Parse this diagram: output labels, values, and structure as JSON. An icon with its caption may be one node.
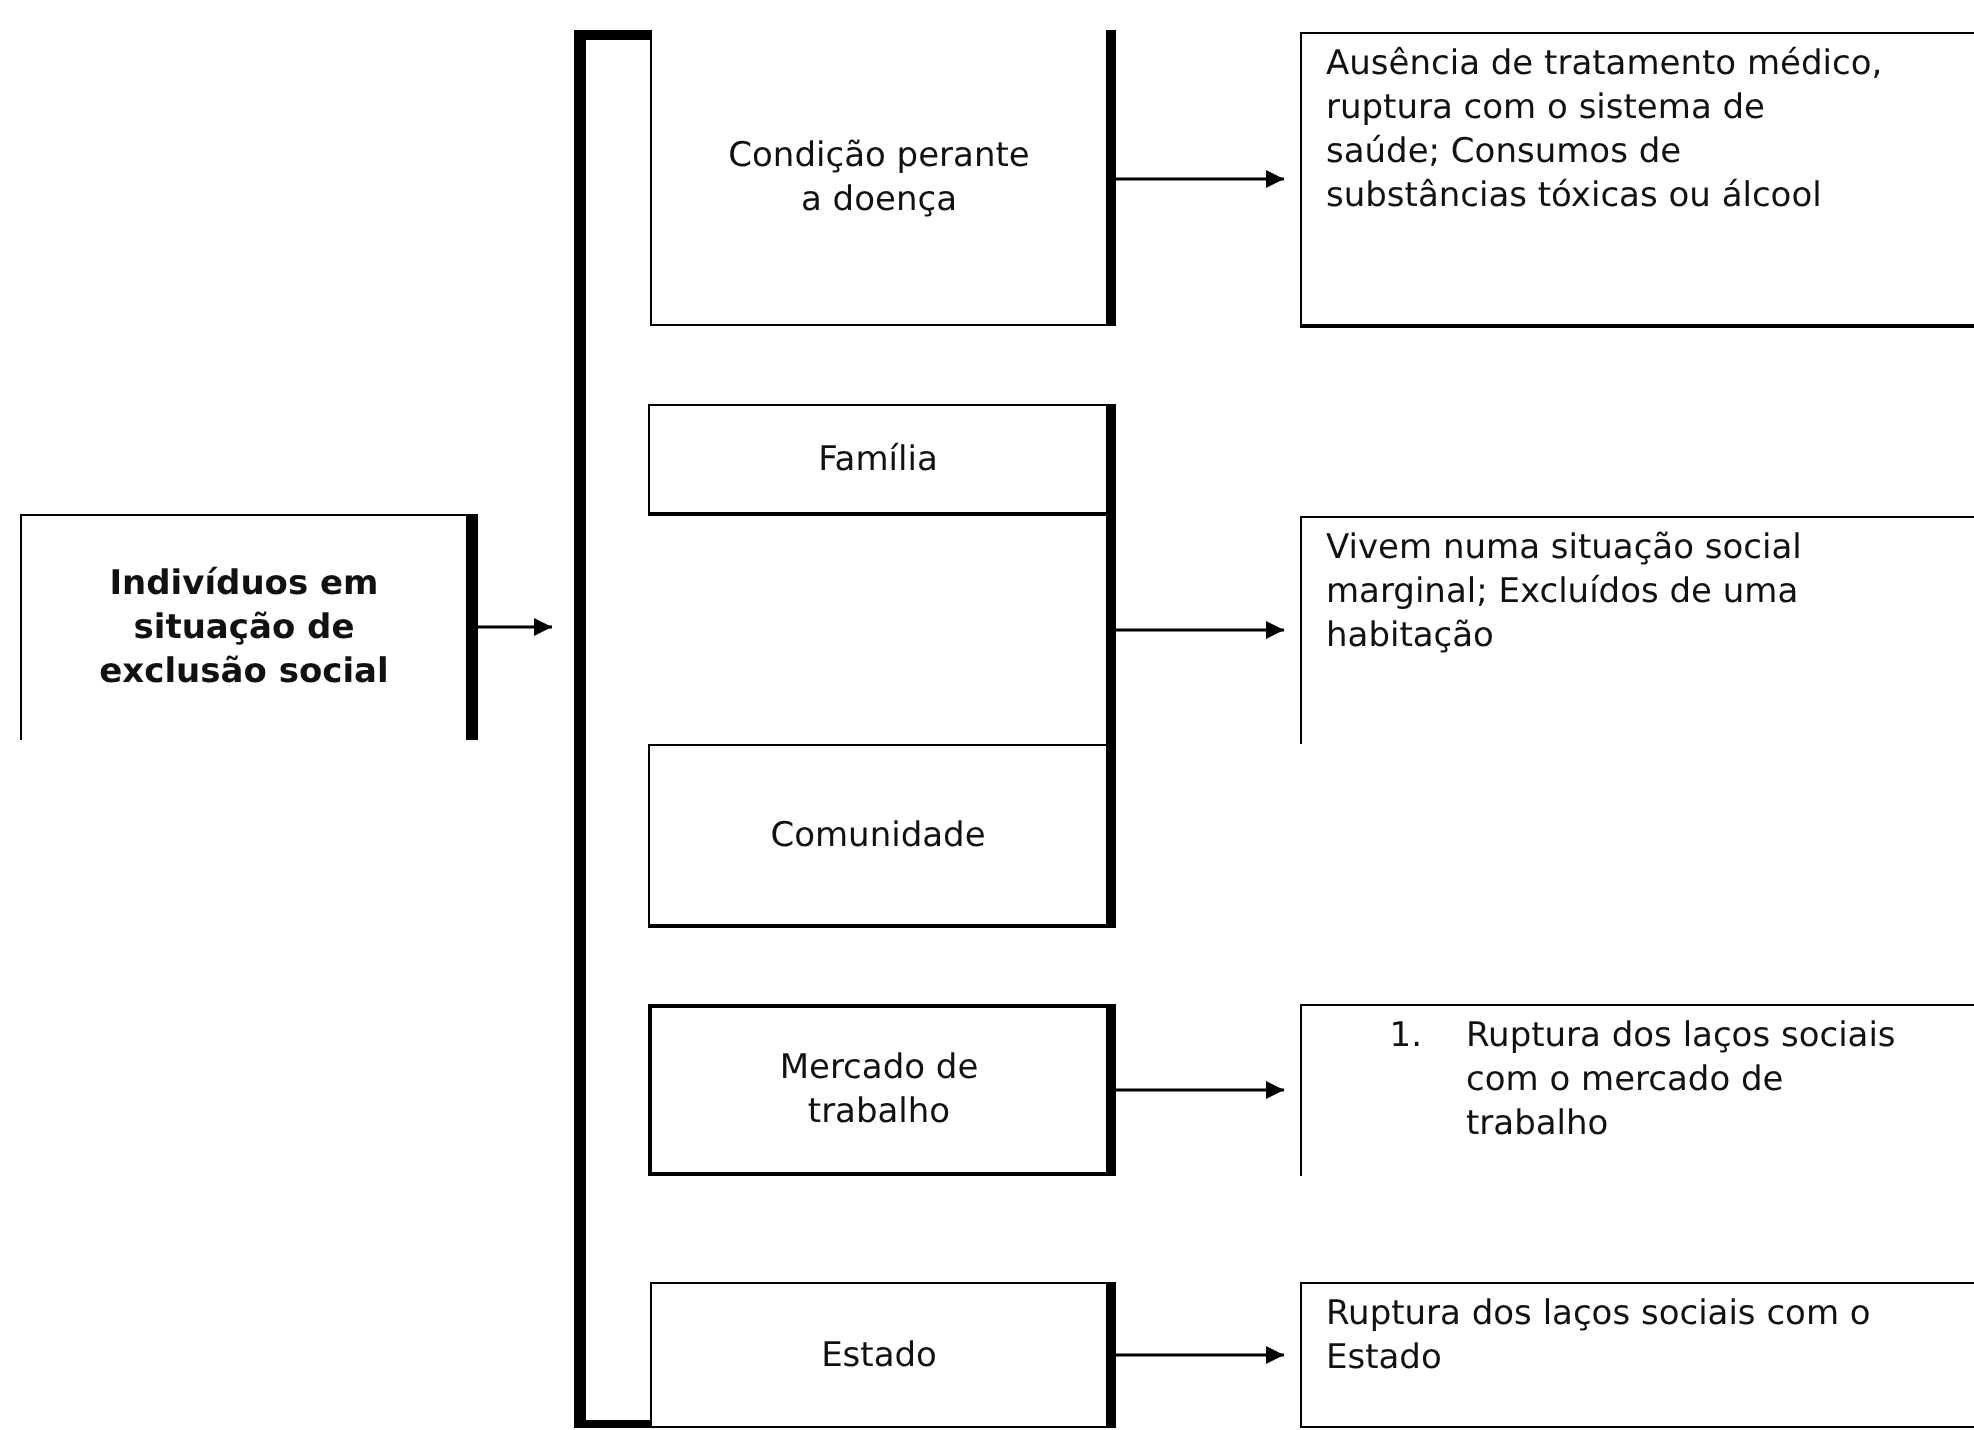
{
  "diagram": {
    "nodes": [
      {
        "text": [
          "Indivíduos em situação de exclusão social"
        ]
      },
      {
        "text": [],
        "shape": "bar"
      },
      {
        "text": [
          "Condição perante a doença"
        ]
      },
      {
        "text": [
          "Ausência de tratamento médico, ruptura com o sistema de saúde; Consumos de substâncias tóxicas ou álcool"
        ]
      },
      {
        "text": [],
        "shape": "box"
      },
      {
        "text": [
          "Família"
        ],
        "in": 4
      },
      {
        "text": [
          "Comunidade"
        ],
        "in": 4
      },
      {
        "text": [
          "Vivem numa situação social marginal; Excluídos de uma habitação"
        ]
      },
      {
        "text": [
          "Mercado de trabalho"
        ]
      },
      {
        "text": [
          "1.",
          "Ruptura dos laços sociais com o mercado de trabalho"
        ]
      },
      {
        "text": [
          "Estado"
        ]
      },
      {
        "text": [
          "Ruptura dos laços sociais com o Estado"
        ]
      }
    ],
    "edges": [
      {
        "from": 0,
        "to": 1,
        "arrow": "to"
      },
      {
        "from": 2,
        "to": 3,
        "arrow": "to"
      },
      {
        "from": 4,
        "to": 7,
        "arrow": "to"
      },
      {
        "from": 8,
        "to": 9,
        "arrow": "to"
      },
      {
        "from": 10,
        "to": 11,
        "arrow": "to"
      }
    ]
  }
}
